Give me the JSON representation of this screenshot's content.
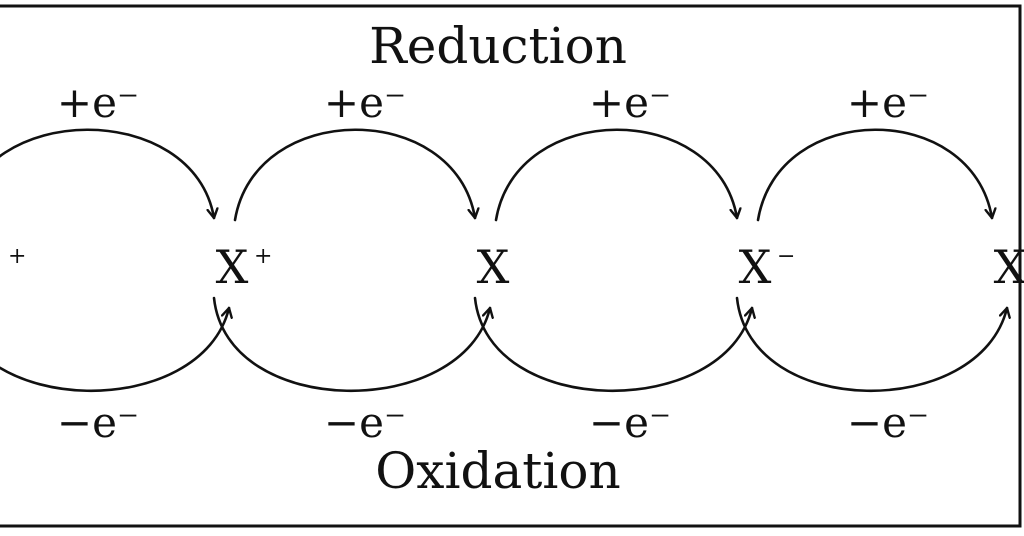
{
  "title_top": "Reduction",
  "title_bottom": "Oxidation",
  "gain_label": "+e⁻",
  "loss_label": "−e⁻",
  "species": [
    {
      "base": "",
      "charge": "+"
    },
    {
      "base": "X",
      "charge": "+"
    },
    {
      "base": "X",
      "charge": ""
    },
    {
      "base": "X",
      "charge": "−"
    },
    {
      "base": "X",
      "charge": ""
    }
  ],
  "stroke_color": "#111111",
  "border_color": "#111111"
}
